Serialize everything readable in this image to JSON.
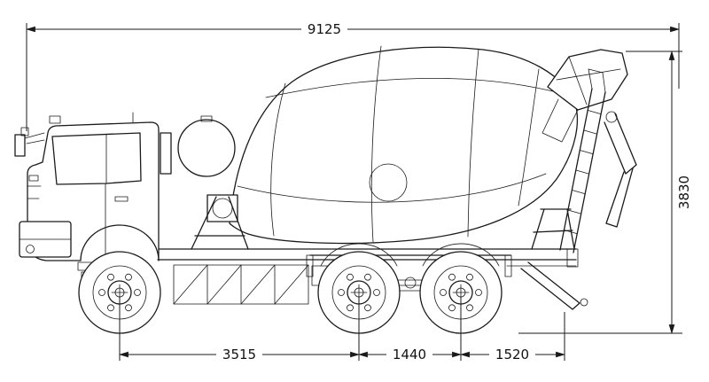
{
  "diagram": {
    "subject": "Concrete mixer truck side view technical drawing",
    "background": "#ffffff",
    "line_color": "#1a1a1a",
    "dimensions": {
      "overall_length": "9125",
      "overall_height": "3830",
      "front_axle_to_first_rear_axle": "3515",
      "rear_axle_spacing": "1440",
      "second_rear_axle_to_rear_point": "1520"
    }
  }
}
